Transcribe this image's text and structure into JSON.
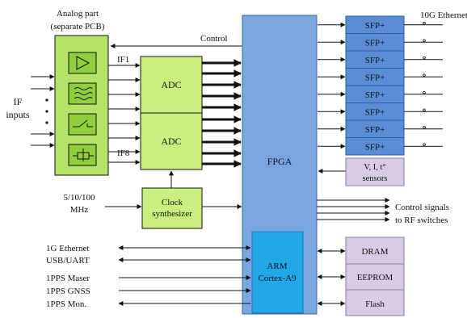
{
  "colors": {
    "analog": "#b5e36a",
    "analog_inner": "#8ecf3e",
    "adc": "#c9f07e",
    "clock": "#c9f07e",
    "fpga": "#7aa6e0",
    "arm": "#22a7e9",
    "sfp": "#5b8dd6",
    "sfp_border": "#2f5aa8",
    "sensor": "#d8cbe6",
    "memory": "#d8cbe6",
    "line": "#111111"
  },
  "analog_part": {
    "title_line1": "Analog part",
    "title_line2": "(separate PCB)",
    "icons": [
      "amplifier-icon",
      "filter-icon",
      "switch-icon",
      "attenuator-icon"
    ]
  },
  "labels": {
    "if_inputs_line1": "IF",
    "if_inputs_line2": "inputs",
    "if1": "IF1",
    "if8": "IF8",
    "control": "Control",
    "clock_in_line1": "5/10/100",
    "clock_in_line2": "MHz",
    "ten_g_ethernet": "10G Ethernet",
    "control_signals_line1": "Control signals",
    "control_signals_line2": "to RF switches"
  },
  "blocks": {
    "adc_top": "ADC",
    "adc_bottom": "ADC",
    "clock_line1": "Clock",
    "clock_line2": "synthesizer",
    "fpga": "FPGA",
    "arm_line1": "ARM",
    "arm_line2": "Cortex-A9",
    "sensor_line1": "V, I, t°",
    "sensor_line2": "sensors",
    "dram": "DRAM",
    "eeprom": "EEPROM",
    "flash": "Flash"
  },
  "sfp_modules": [
    "SFP+",
    "SFP+",
    "SFP+",
    "SFP+",
    "SFP+",
    "SFP+",
    "SFP+",
    "SFP+"
  ],
  "io_signals": [
    "1G Ethernet",
    "USB/UART",
    "1PPS Maser",
    "1PPS GNSS",
    "1PPS Mon."
  ]
}
